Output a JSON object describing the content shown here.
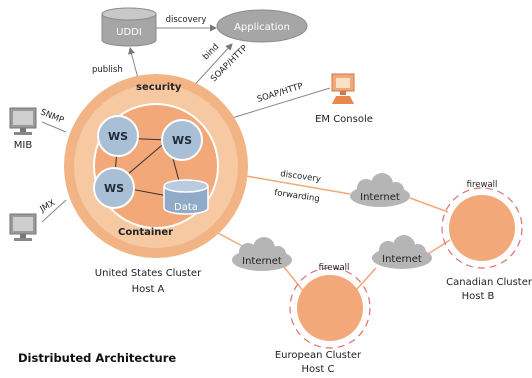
{
  "title": "Distributed Architecture",
  "uddi": {
    "label": "UDDI"
  },
  "application": {
    "label": "Application"
  },
  "edges": {
    "discovery_top": "discovery",
    "publish": "publish",
    "bind": "bind",
    "soap_http_app": "SOAP/HTTP",
    "soap_http_console": "SOAP/HTTP",
    "snmp": "SNMP",
    "jmx": "JMX",
    "discovery_mid": "discovery",
    "forwarding": "forwarding"
  },
  "container": {
    "security_label": "security",
    "container_label": "Container",
    "ws_nodes": [
      "WS",
      "WS",
      "WS"
    ],
    "data_label": "Data"
  },
  "devices": {
    "mib": "MIB",
    "em_console": "EM Console"
  },
  "clouds": [
    "Internet",
    "Internet",
    "Internet"
  ],
  "firewalls": [
    "firewall",
    "firewall"
  ],
  "clusters": {
    "us_line1": "United States Cluster",
    "us_line2": "Host A",
    "ca_line1": "Canadian Cluster",
    "ca_line2": "Host B",
    "eu_line1": "European Cluster",
    "eu_line2": "Host C"
  },
  "colors": {
    "orange": "#f2a878",
    "orange_light": "#f9d8bd",
    "ws_blue": "#a9bfd6",
    "grey": "#a9a9a9",
    "firewall_red": "#e07070"
  }
}
